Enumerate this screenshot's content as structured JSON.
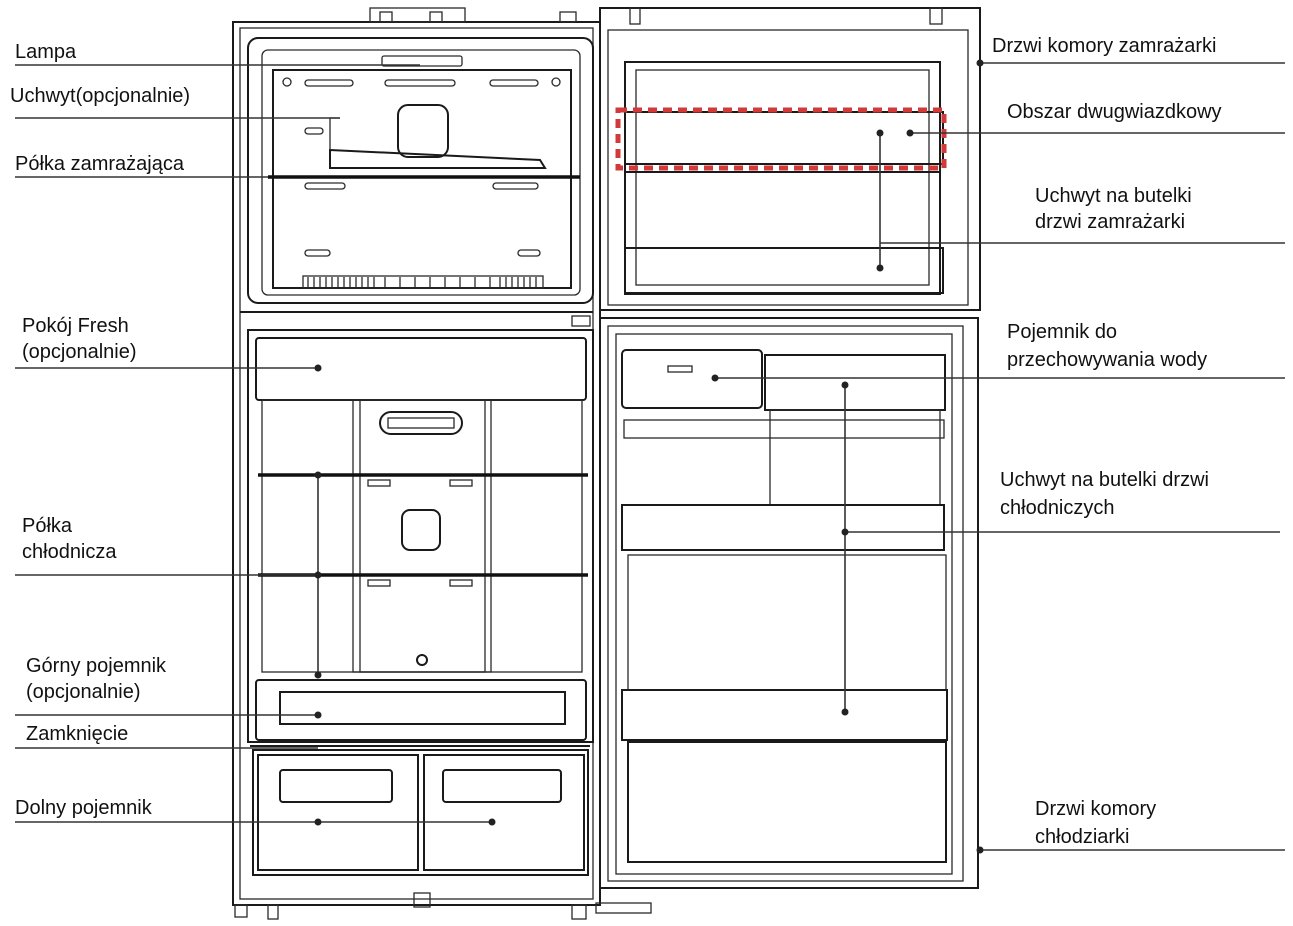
{
  "labels": {
    "lampa": "Lampa",
    "uchwyt": "Uchwyt(opcjonalnie)",
    "polka_zamrazajaca": "Półka zamrażająca",
    "pokoj_fresh_1": "Pokój Fresh",
    "pokoj_fresh_2": "(opcjonalnie)",
    "polka_chlodnicza_1": "Półka",
    "polka_chlodnicza_2": "chłodnicza",
    "gorny_pojemnik_1": "Górny pojemnik",
    "gorny_pojemnik_2": "(opcjonalnie)",
    "zamkniecie": "Zamknięcie",
    "dolny_pojemnik": "Dolny pojemnik",
    "drzwi_zamrazarki": "Drzwi komory zamrażarki",
    "obszar_dwugwiazdkowy": "Obszar dwugwiazdkowy",
    "uchwyt_butelki_zamr_1": "Uchwyt na butelki",
    "uchwyt_butelki_zamr_2": "drzwi zamrażarki",
    "pojemnik_wody_1": "Pojemnik do",
    "pojemnik_wody_2": "przechowywania wody",
    "uchwyt_butelki_chl_1": "Uchwyt na butelki drzwi",
    "uchwyt_butelki_chl_2": "chłodniczych",
    "drzwi_chlodziarki_1": "Drzwi komory",
    "drzwi_chlodziarki_2": "chłodziarki"
  },
  "colors": {
    "line": "#333333",
    "highlight_dashed": "#d23a3a"
  }
}
